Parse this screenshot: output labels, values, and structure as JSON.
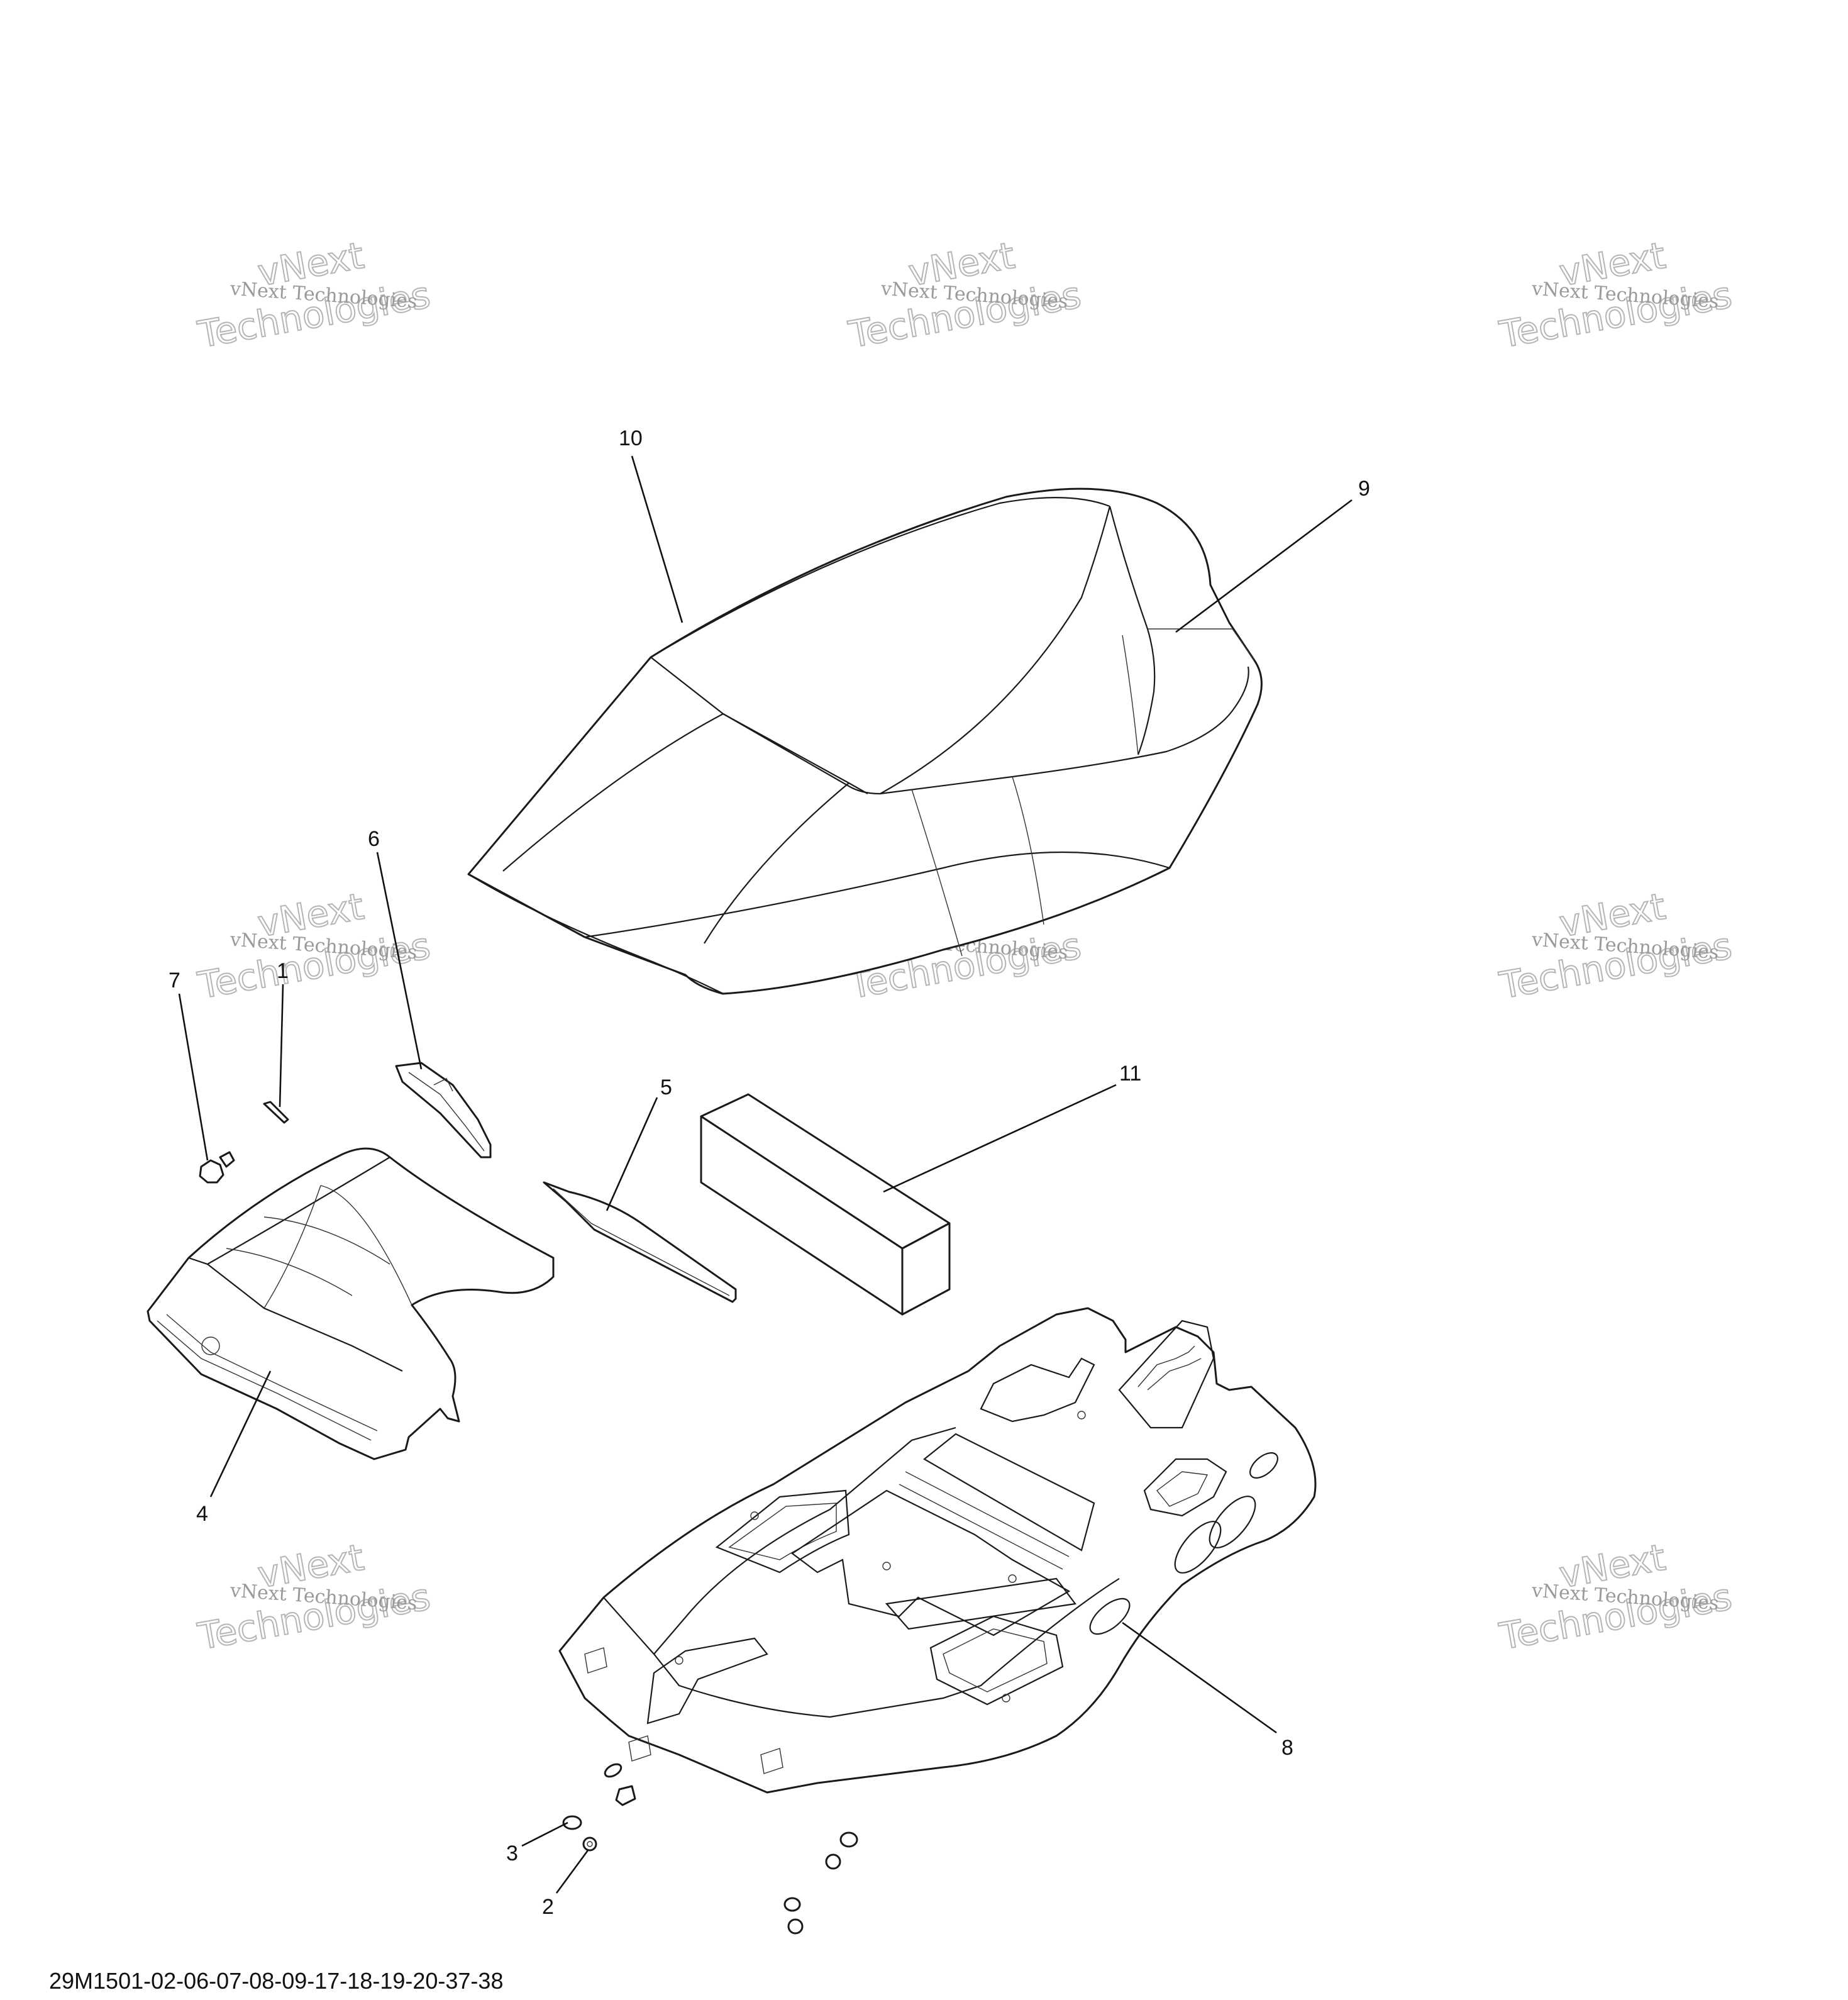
{
  "watermark": {
    "brand": "vNext",
    "word": "Technologies",
    "full": "vNext Technologies"
  },
  "callouts": [
    "1",
    "2",
    "3",
    "4",
    "5",
    "6",
    "7",
    "8",
    "9",
    "10",
    "11"
  ],
  "drawing_number": "29M1501-02-06-07-08-09-17-18-19-20-37-38",
  "colors": {
    "line": "#1a1a1a",
    "watermark": "#9a9a9a"
  }
}
